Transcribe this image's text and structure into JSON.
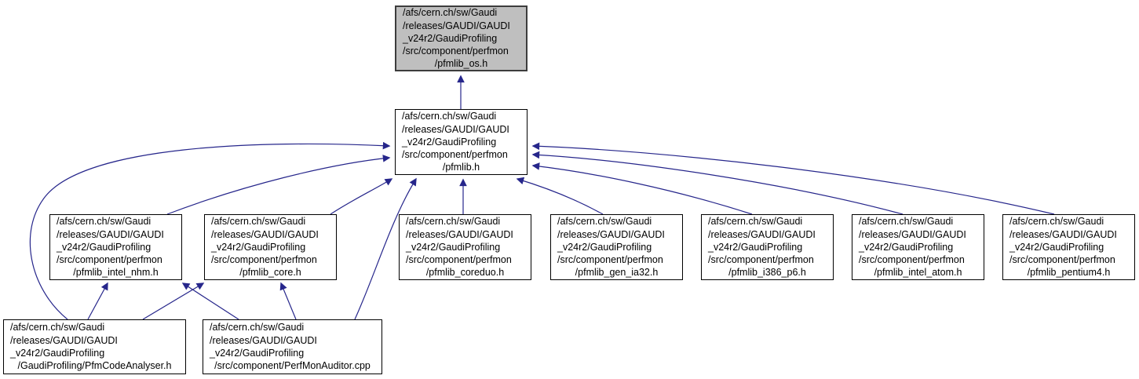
{
  "graph": {
    "colors": {
      "edge": "#26268b",
      "node_border": "#000000",
      "node_fill": "#ffffff",
      "current_node_fill": "#bfbfbf",
      "text": "#000000"
    },
    "nodes": [
      {
        "id": "pfmlib_os_h",
        "current": true,
        "lines": [
          "/afs/cern.ch/sw/Gaudi",
          "/releases/GAUDI/GAUDI",
          "_v24r2/GaudiProfiling",
          "/src/component/perfmon",
          "/pfmlib_os.h"
        ]
      },
      {
        "id": "pfmlib_h",
        "current": false,
        "lines": [
          "/afs/cern.ch/sw/Gaudi",
          "/releases/GAUDI/GAUDI",
          "_v24r2/GaudiProfiling",
          "/src/component/perfmon",
          "/pfmlib.h"
        ]
      },
      {
        "id": "pfmlib_intel_nhm_h",
        "current": false,
        "lines": [
          "/afs/cern.ch/sw/Gaudi",
          "/releases/GAUDI/GAUDI",
          "_v24r2/GaudiProfiling",
          "/src/component/perfmon",
          "/pfmlib_intel_nhm.h"
        ]
      },
      {
        "id": "pfmlib_core_h",
        "current": false,
        "lines": [
          "/afs/cern.ch/sw/Gaudi",
          "/releases/GAUDI/GAUDI",
          "_v24r2/GaudiProfiling",
          "/src/component/perfmon",
          "/pfmlib_core.h"
        ]
      },
      {
        "id": "pfmlib_coreduo_h",
        "current": false,
        "lines": [
          "/afs/cern.ch/sw/Gaudi",
          "/releases/GAUDI/GAUDI",
          "_v24r2/GaudiProfiling",
          "/src/component/perfmon",
          "/pfmlib_coreduo.h"
        ]
      },
      {
        "id": "pfmlib_gen_ia32_h",
        "current": false,
        "lines": [
          "/afs/cern.ch/sw/Gaudi",
          "/releases/GAUDI/GAUDI",
          "_v24r2/GaudiProfiling",
          "/src/component/perfmon",
          "/pfmlib_gen_ia32.h"
        ]
      },
      {
        "id": "pfmlib_i386_p6_h",
        "current": false,
        "lines": [
          "/afs/cern.ch/sw/Gaudi",
          "/releases/GAUDI/GAUDI",
          "_v24r2/GaudiProfiling",
          "/src/component/perfmon",
          "/pfmlib_i386_p6.h"
        ]
      },
      {
        "id": "pfmlib_intel_atom_h",
        "current": false,
        "lines": [
          "/afs/cern.ch/sw/Gaudi",
          "/releases/GAUDI/GAUDI",
          "_v24r2/GaudiProfiling",
          "/src/component/perfmon",
          "/pfmlib_intel_atom.h"
        ]
      },
      {
        "id": "pfmlib_pentium4_h",
        "current": false,
        "lines": [
          "/afs/cern.ch/sw/Gaudi",
          "/releases/GAUDI/GAUDI",
          "_v24r2/GaudiProfiling",
          "/src/component/perfmon",
          "/pfmlib_pentium4.h"
        ]
      },
      {
        "id": "PfmCodeAnalyser_h",
        "current": false,
        "lines": [
          "/afs/cern.ch/sw/Gaudi",
          "/releases/GAUDI/GAUDI",
          "_v24r2/GaudiProfiling",
          "/GaudiProfiling/PfmCodeAnalyser.h"
        ]
      },
      {
        "id": "PerfMonAuditor_cpp",
        "current": false,
        "lines": [
          "/afs/cern.ch/sw/Gaudi",
          "/releases/GAUDI/GAUDI",
          "_v24r2/GaudiProfiling",
          "/src/component/PerfMonAuditor.cpp"
        ]
      }
    ],
    "edges": [
      {
        "from": "pfmlib_h",
        "to": "pfmlib_os_h"
      },
      {
        "from": "pfmlib_intel_nhm_h",
        "to": "pfmlib_h"
      },
      {
        "from": "pfmlib_core_h",
        "to": "pfmlib_h"
      },
      {
        "from": "pfmlib_coreduo_h",
        "to": "pfmlib_h"
      },
      {
        "from": "pfmlib_gen_ia32_h",
        "to": "pfmlib_h"
      },
      {
        "from": "pfmlib_i386_p6_h",
        "to": "pfmlib_h"
      },
      {
        "from": "pfmlib_intel_atom_h",
        "to": "pfmlib_h"
      },
      {
        "from": "pfmlib_pentium4_h",
        "to": "pfmlib_h"
      },
      {
        "from": "PfmCodeAnalyser_h",
        "to": "pfmlib_intel_nhm_h"
      },
      {
        "from": "PfmCodeAnalyser_h",
        "to": "pfmlib_core_h"
      },
      {
        "from": "PfmCodeAnalyser_h",
        "to": "pfmlib_h"
      },
      {
        "from": "PerfMonAuditor_cpp",
        "to": "pfmlib_intel_nhm_h"
      },
      {
        "from": "PerfMonAuditor_cpp",
        "to": "pfmlib_core_h"
      },
      {
        "from": "PerfMonAuditor_cpp",
        "to": "pfmlib_h"
      }
    ]
  }
}
